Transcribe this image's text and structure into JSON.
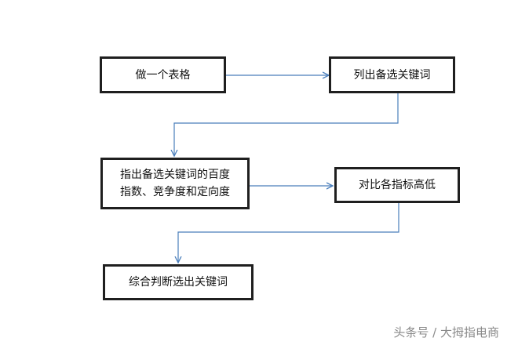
{
  "diagram": {
    "nodes": [
      {
        "id": "n1",
        "label": "做一个表格"
      },
      {
        "id": "n2",
        "label": "列出备选关键词"
      },
      {
        "id": "n3",
        "label": "指出备选关键词的百度\n指数、竞争度和定向度"
      },
      {
        "id": "n4",
        "label": "对比各指标高低"
      },
      {
        "id": "n5",
        "label": "综合判断选出关键词"
      }
    ],
    "edges": [
      {
        "from": "n1",
        "to": "n2"
      },
      {
        "from": "n2",
        "to": "n3"
      },
      {
        "from": "n3",
        "to": "n4"
      },
      {
        "from": "n4",
        "to": "n5"
      }
    ]
  },
  "colors": {
    "arrow": "#4a7ebb",
    "box_border": "#1f1f1f",
    "watermark": "#8a8a8a"
  },
  "watermark": "头条号 / 大拇指电商"
}
